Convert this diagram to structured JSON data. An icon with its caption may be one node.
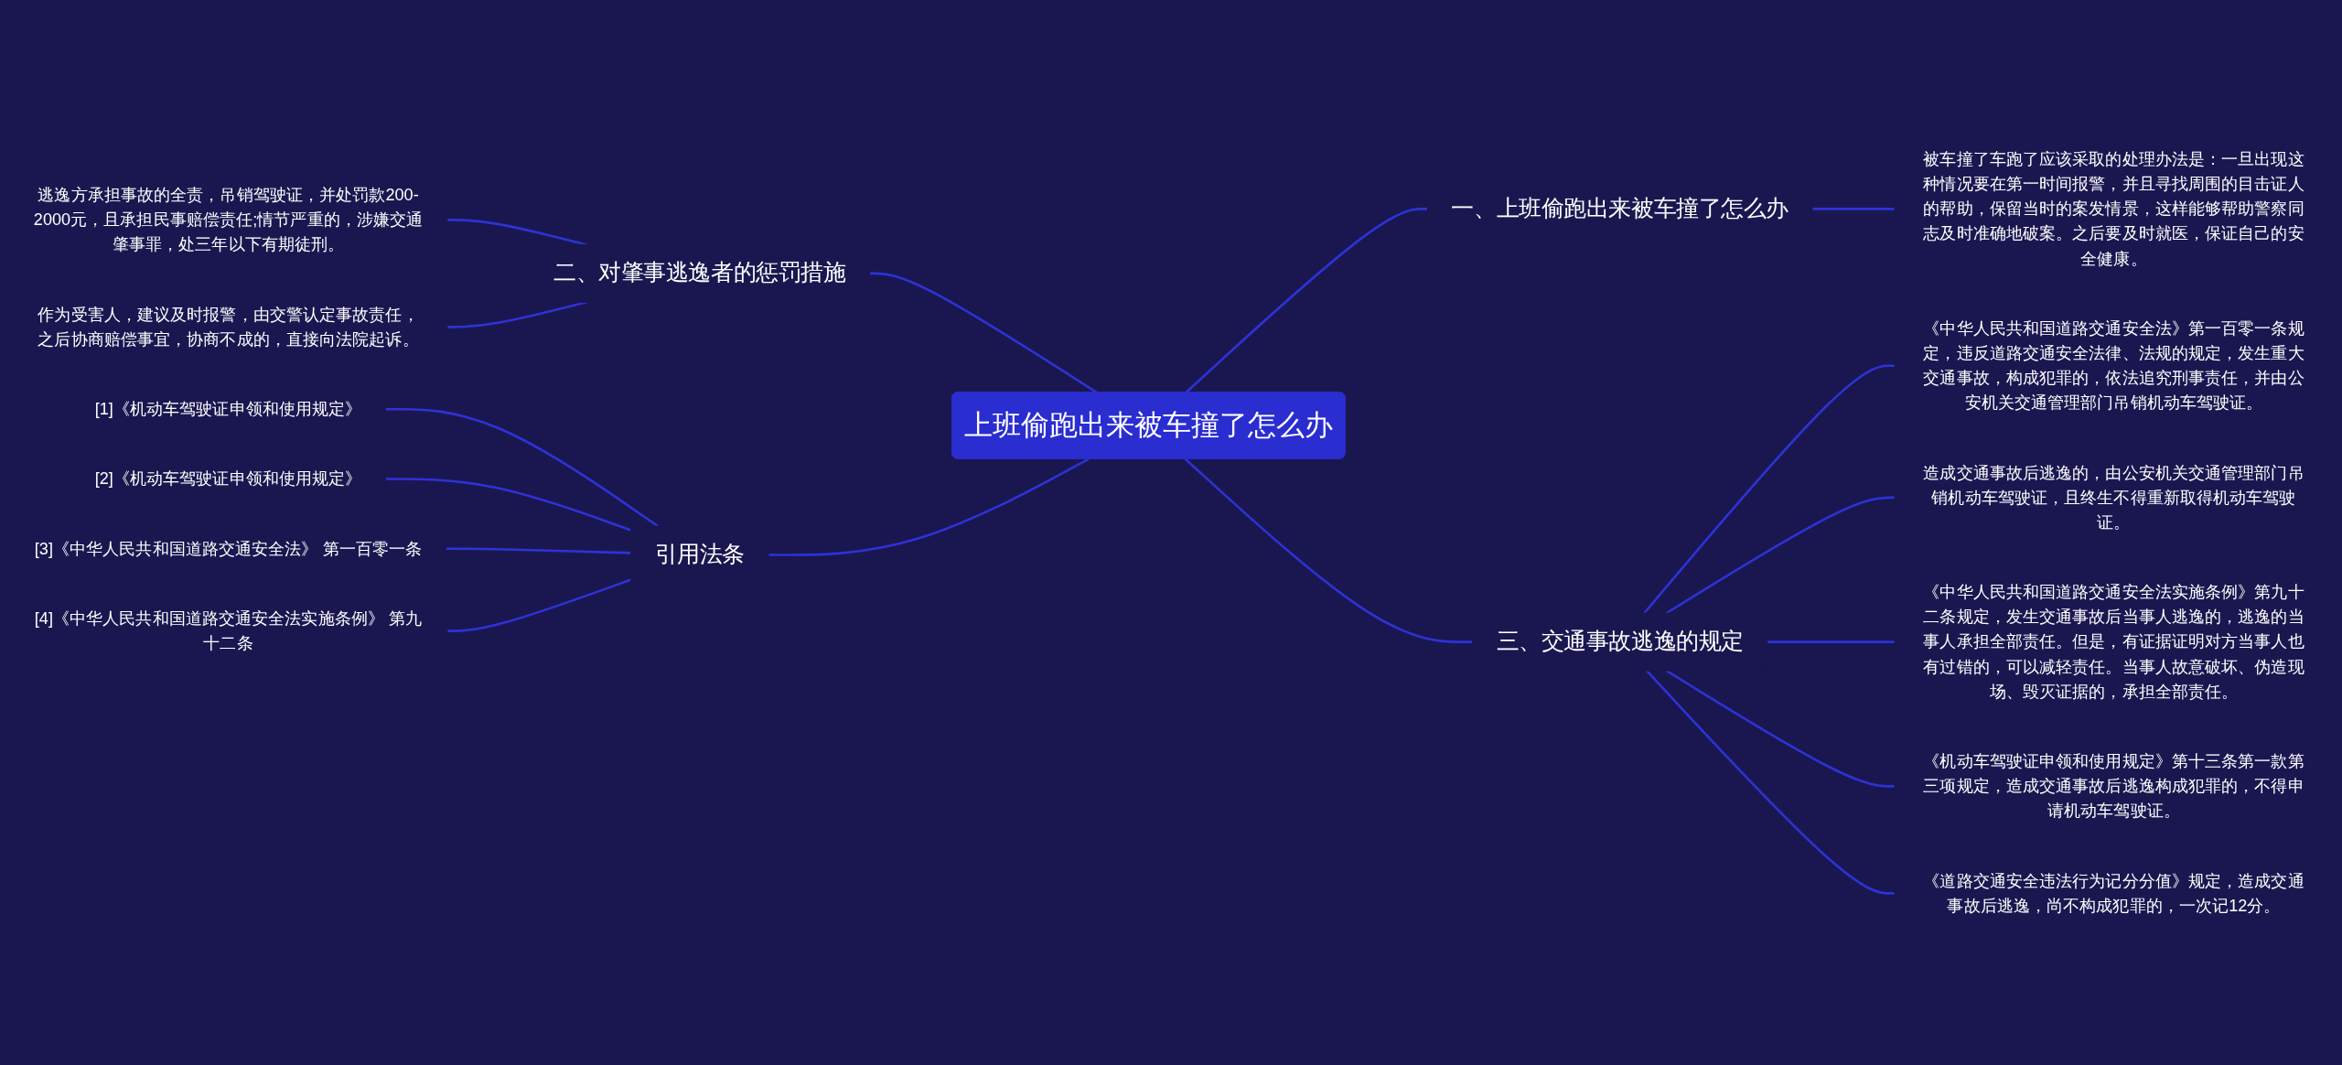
{
  "diagram": {
    "nodes": [
      {
        "text": [
          "上班偷跑出来被车撞了怎么办"
        ]
      },
      {
        "text": [
          "一、上班偷跑出来被车撞了怎么办"
        ]
      },
      {
        "text": [
          "被车撞了车跑了应该采取的处理办法是：一旦出现这种情况要在第一时间报警，并且寻找周围的目击证人的帮助，保留当时的案发情景，这样能够帮助警察同志及时准确地破案。之后要及时就医，保证自己的安全健康。"
        ]
      },
      {
        "text": [
          "二、对肇事逃逸者的惩罚措施"
        ]
      },
      {
        "text": [
          "逃逸方承担事故的全责，吊销驾驶证，并处罚款200-2000元，且承担民事赔偿责任;情节严重的，涉嫌交通肇事罪，处三年以下有期徒刑。"
        ]
      },
      {
        "text": [
          "作为受害人，建议及时报警，由交警认定事故责任，之后协商赔偿事宜，协商不成的，直接向法院起诉。"
        ]
      },
      {
        "text": [
          "引用法条"
        ]
      },
      {
        "text": [
          "[1]《机动车驾驶证申领和使用规定》"
        ]
      },
      {
        "text": [
          "[2]《机动车驾驶证申领和使用规定》"
        ]
      },
      {
        "text": [
          "[3]《中华人民共和国道路交通安全法》 第一百零一条"
        ]
      },
      {
        "text": [
          "[4]《中华人民共和国道路交通安全法实施条例》 第九十二条"
        ]
      },
      {
        "text": [
          "三、交通事故逃逸的规定"
        ]
      },
      {
        "text": [
          "《中华人民共和国道路交通安全法》第一百零一条规定，违反道路交通安全法律、法规的规定，发生重大交通事故，构成犯罪的，依法追究刑事责任，并由公安机关交通管理部门吊销机动车驾驶证。"
        ]
      },
      {
        "text": [
          "造成交通事故后逃逸的，由公安机关交通管理部门吊销机动车驾驶证，且终生不得重新取得机动车驾驶证。"
        ]
      },
      {
        "text": [
          "《中华人民共和国道路交通安全法实施条例》第九十二条规定，发生交通事故后当事人逃逸的，逃逸的当事人承担全部责任。但是，有证据证明对方当事人也有过错的，可以减轻责任。当事人故意破坏、伪造现场、毁灭证据的，承担全部责任。"
        ]
      },
      {
        "text": [
          "《机动车驾驶证申领和使用规定》第十三条第一款第三项规定，造成交通事故后逃逸构成犯罪的，不得申请机动车驾驶证。"
        ]
      },
      {
        "text": [
          "《道路交通安全违法行为记分分值》规定，造成交通事故后逃逸，尚不构成犯罪的，一次记12分。"
        ]
      }
    ],
    "edges": [
      {
        "from": 0,
        "to": 1,
        "arrow": "none"
      },
      {
        "from": 1,
        "to": 2,
        "arrow": "none"
      },
      {
        "from": 3,
        "to": 0,
        "arrow": "none"
      },
      {
        "from": 4,
        "to": 3,
        "arrow": "none"
      },
      {
        "from": 5,
        "to": 3,
        "arrow": "none"
      },
      {
        "from": 6,
        "to": 0,
        "arrow": "none"
      },
      {
        "from": 7,
        "to": 6,
        "arrow": "none"
      },
      {
        "from": 8,
        "to": 6,
        "arrow": "none"
      },
      {
        "from": 9,
        "to": 6,
        "arrow": "none"
      },
      {
        "from": 10,
        "to": 6,
        "arrow": "none"
      },
      {
        "from": 0,
        "to": 11,
        "arrow": "none"
      },
      {
        "from": 11,
        "to": 12,
        "arrow": "none"
      },
      {
        "from": 11,
        "to": 13,
        "arrow": "none"
      },
      {
        "from": 11,
        "to": 14,
        "arrow": "none"
      },
      {
        "from": 11,
        "to": 15,
        "arrow": "none"
      },
      {
        "from": 11,
        "to": 16,
        "arrow": "none"
      }
    ]
  }
}
